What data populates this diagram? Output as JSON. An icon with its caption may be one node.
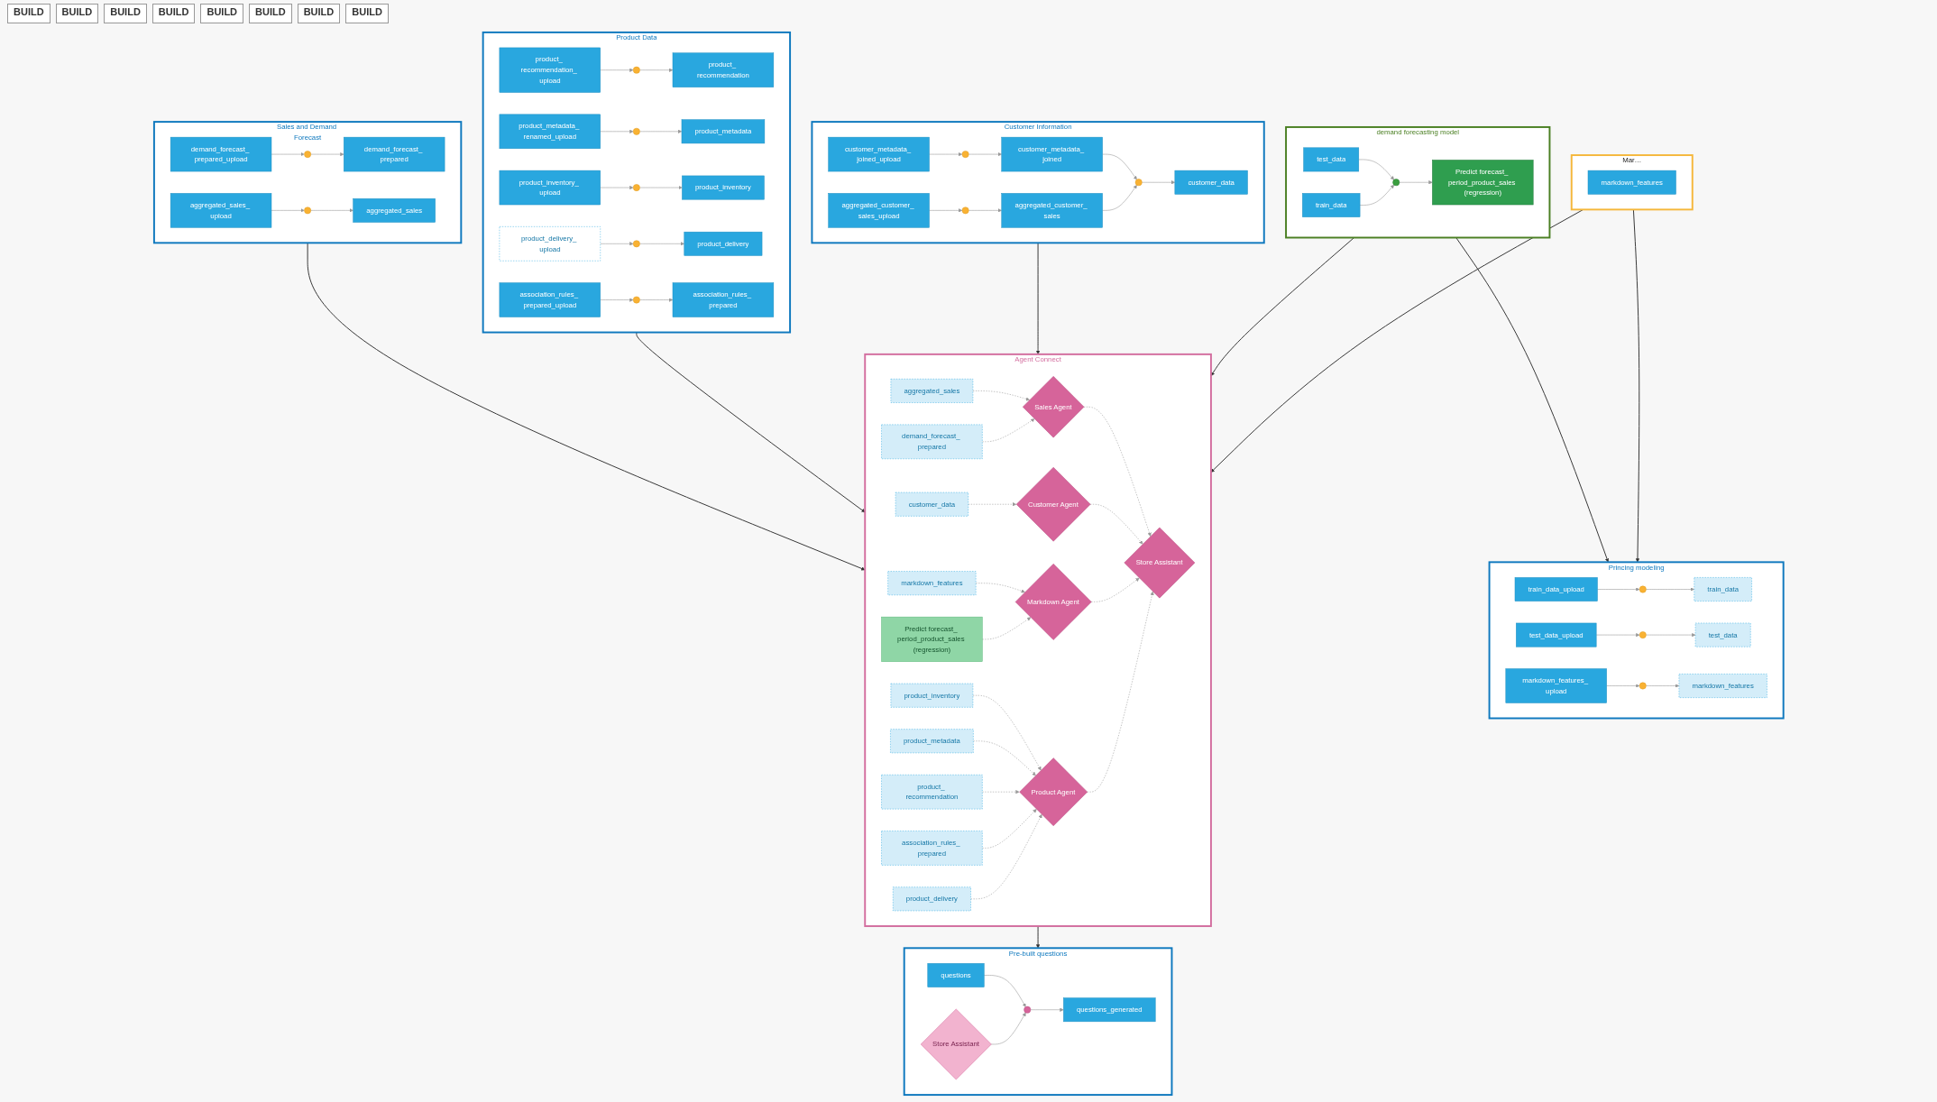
{
  "diagram": {
    "nodes": [
      {
        "text": [
          "Mar…"
        ]
      },
      {
        "text": [
          "markdown_features"
        ],
        "in": 0
      },
      {
        "text": [
          "Princing modeling"
        ]
      },
      {
        "text": [
          "train_data_upload"
        ],
        "in": 2
      },
      {
        "text": [],
        "shape": "circle",
        "in": 2
      },
      {
        "text": [
          "train_data"
        ],
        "in": 2
      },
      {
        "text": [
          "test_data_upload"
        ],
        "in": 2
      },
      {
        "text": [],
        "shape": "circle",
        "in": 2
      },
      {
        "text": [
          "test_data"
        ],
        "in": 2
      },
      {
        "text": [
          "markdown_features_ upload"
        ],
        "in": 2
      },
      {
        "text": [],
        "shape": "circle",
        "in": 2
      },
      {
        "text": [
          "markdown_features"
        ],
        "in": 2
      },
      {
        "text": [
          "demand forecasting model"
        ]
      },
      {
        "text": [
          "test_data"
        ],
        "in": 12
      },
      {
        "text": [
          "train_data"
        ],
        "in": 12
      },
      {
        "text": [],
        "shape": "circle",
        "in": 12
      },
      {
        "text": [
          "Predict forecast_ period_product_sales (regression)"
        ],
        "in": 12
      },
      {
        "text": [
          "Customer Information"
        ]
      },
      {
        "text": [
          "customer_metadata_ joined_upload"
        ],
        "in": 17
      },
      {
        "text": [],
        "shape": "circle",
        "in": 17
      },
      {
        "text": [
          "customer_metadata_ joined"
        ],
        "in": 17
      },
      {
        "text": [
          "aggregated_customer_ sales_upload"
        ],
        "in": 17
      },
      {
        "text": [],
        "shape": "circle",
        "in": 17
      },
      {
        "text": [
          "aggregated_customer_ sales"
        ],
        "in": 17
      },
      {
        "text": [],
        "shape": "circle",
        "in": 17
      },
      {
        "text": [
          "customer_data"
        ],
        "in": 17
      },
      {
        "text": [
          "Agent Connect"
        ]
      },
      {
        "text": [
          "aggregated_sales"
        ],
        "in": 26
      },
      {
        "text": [
          "demand_forecast_ prepared"
        ],
        "in": 26
      },
      {
        "text": [
          "customer_data"
        ],
        "in": 26
      },
      {
        "text": [
          "markdown_features"
        ],
        "in": 26
      },
      {
        "text": [
          "Predict forecast_ period_product_sales (regression)"
        ],
        "in": 26
      },
      {
        "text": [
          "product_inventory"
        ],
        "in": 26
      },
      {
        "text": [
          "product_metadata"
        ],
        "in": 26
      },
      {
        "text": [
          "product_ recommendation"
        ],
        "in": 26
      },
      {
        "text": [
          "association_rules_ prepared"
        ],
        "in": 26
      },
      {
        "text": [
          "product_delivery"
        ],
        "in": 26
      },
      {
        "text": [
          "Sales Agent"
        ],
        "in": 26
      },
      {
        "text": [
          "Customer Agent"
        ],
        "in": 26
      },
      {
        "text": [
          "Markdown Agent"
        ],
        "in": 26
      },
      {
        "text": [
          "Store Assistant"
        ],
        "in": 26
      },
      {
        "text": [
          "Product Agent"
        ],
        "in": 26
      },
      {
        "text": [
          "Product Data"
        ]
      },
      {
        "text": [
          "product_ recommendation_ upload"
        ],
        "in": 42
      },
      {
        "text": [],
        "shape": "circle",
        "in": 42
      },
      {
        "text": [
          "product_ recommendation"
        ],
        "in": 42
      },
      {
        "text": [
          "product_metadata_ renamed_upload"
        ],
        "in": 42
      },
      {
        "text": [],
        "shape": "circle",
        "in": 42
      },
      {
        "text": [
          "product_metadata"
        ],
        "in": 42
      },
      {
        "text": [
          "product_inventory_ upload"
        ],
        "in": 42
      },
      {
        "text": [],
        "shape": "circle",
        "in": 42
      },
      {
        "text": [
          "product_inventory"
        ],
        "in": 42
      },
      {
        "text": [
          "product_delivery_ upload"
        ],
        "in": 42
      },
      {
        "text": [],
        "shape": "circle",
        "in": 42
      },
      {
        "text": [
          "product_delivery"
        ],
        "in": 42
      },
      {
        "text": [
          "association_rules_ prepared_upload"
        ],
        "in": 42
      },
      {
        "text": [],
        "shape": "circle",
        "in": 42
      },
      {
        "text": [
          "association_rules_ prepared"
        ],
        "in": 42
      },
      {
        "text": [
          "Sales and Demand Forecast"
        ]
      },
      {
        "text": [
          "demand_forecast_ prepared_upload"
        ],
        "in": 58
      },
      {
        "text": [],
        "shape": "circle",
        "in": 58
      },
      {
        "text": [
          "demand_forecast_ prepared"
        ],
        "in": 58
      },
      {
        "text": [
          "aggregated_sales_ upload"
        ],
        "in": 58
      },
      {
        "text": [],
        "shape": "circle",
        "in": 58
      },
      {
        "text": [
          "aggregated_sales"
        ],
        "in": 58
      },
      {
        "text": [
          "Pre-built questions"
        ]
      },
      {
        "text": [
          "questions"
        ],
        "in": 65
      },
      {
        "text": [
          "Store Assistant"
        ],
        "in": 65
      },
      {
        "text": [],
        "shape": "circle",
        "in": 65
      },
      {
        "text": [
          "questions_generated"
        ],
        "in": 65
      }
    ],
    "edges": [
      {
        "from": 0,
        "to": 2,
        "arrow": "to",
        "color": "#333333"
      },
      {
        "from": 0,
        "to": 26,
        "arrow": "to",
        "color": "#333333"
      },
      {
        "from": 12,
        "to": 2,
        "arrow": "to",
        "color": "#333333"
      },
      {
        "from": 12,
        "to": 26,
        "arrow": "to",
        "color": "#333333"
      },
      {
        "from": 17,
        "to": 26,
        "arrow": "to",
        "color": "#333333"
      },
      {
        "from": 42,
        "to": 26,
        "arrow": "to",
        "color": "#333333"
      },
      {
        "from": 58,
        "to": 26,
        "arrow": "to",
        "color": "#333333"
      },
      {
        "from": 26,
        "to": 65,
        "arrow": "to",
        "color": "#333333"
      },
      {
        "from": 3,
        "to": 4,
        "arrow": "to"
      },
      {
        "from": 4,
        "to": 5,
        "arrow": "to"
      },
      {
        "from": 6,
        "to": 7,
        "arrow": "to"
      },
      {
        "from": 7,
        "to": 8,
        "arrow": "to"
      },
      {
        "from": 9,
        "to": 10,
        "arrow": "to"
      },
      {
        "from": 10,
        "to": 11,
        "arrow": "to"
      },
      {
        "from": 13,
        "to": 15,
        "arrow": "to"
      },
      {
        "from": 14,
        "to": 15,
        "arrow": "to"
      },
      {
        "from": 15,
        "to": 16,
        "arrow": "to"
      },
      {
        "from": 18,
        "to": 19,
        "arrow": "to"
      },
      {
        "from": 19,
        "to": 20,
        "arrow": "to"
      },
      {
        "from": 21,
        "to": 22,
        "arrow": "to"
      },
      {
        "from": 22,
        "to": 23,
        "arrow": "to"
      },
      {
        "from": 20,
        "to": 24,
        "arrow": "to"
      },
      {
        "from": 23,
        "to": 24,
        "arrow": "to"
      },
      {
        "from": 24,
        "to": 25,
        "arrow": "to"
      },
      {
        "from": 27,
        "to": 37,
        "arrow": "to",
        "style": "dashed"
      },
      {
        "from": 28,
        "to": 37,
        "arrow": "to",
        "style": "dashed"
      },
      {
        "from": 29,
        "to": 38,
        "arrow": "to",
        "style": "dashed"
      },
      {
        "from": 30,
        "to": 39,
        "arrow": "to",
        "style": "dashed"
      },
      {
        "from": 31,
        "to": 39,
        "arrow": "to",
        "style": "dashed"
      },
      {
        "from": 37,
        "to": 40,
        "arrow": "to",
        "style": "dashed"
      },
      {
        "from": 38,
        "to": 40,
        "arrow": "to",
        "style": "dashed"
      },
      {
        "from": 39,
        "to": 40,
        "arrow": "to",
        "style": "dashed"
      },
      {
        "from": 41,
        "to": 40,
        "arrow": "to",
        "style": "dashed"
      },
      {
        "from": 32,
        "to": 41,
        "arrow": "to",
        "style": "dashed"
      },
      {
        "from": 33,
        "to": 41,
        "arrow": "to",
        "style": "dashed"
      },
      {
        "from": 34,
        "to": 41,
        "arrow": "to",
        "style": "dashed"
      },
      {
        "from": 35,
        "to": 41,
        "arrow": "to",
        "style": "dashed"
      },
      {
        "from": 36,
        "to": 41,
        "arrow": "to",
        "style": "dashed"
      },
      {
        "from": 43,
        "to": 44,
        "arrow": "to"
      },
      {
        "from": 44,
        "to": 45,
        "arrow": "to"
      },
      {
        "from": 46,
        "to": 47,
        "arrow": "to"
      },
      {
        "from": 47,
        "to": 48,
        "arrow": "to"
      },
      {
        "from": 49,
        "to": 50,
        "arrow": "to"
      },
      {
        "from": 50,
        "to": 51,
        "arrow": "to"
      },
      {
        "from": 52,
        "to": 53,
        "arrow": "to"
      },
      {
        "from": 53,
        "to": 54,
        "arrow": "to"
      },
      {
        "from": 55,
        "to": 56,
        "arrow": "to"
      },
      {
        "from": 56,
        "to": 57,
        "arrow": "to"
      },
      {
        "from": 59,
        "to": 60,
        "arrow": "to"
      },
      {
        "from": 60,
        "to": 61,
        "arrow": "to"
      },
      {
        "from": 62,
        "to": 63,
        "arrow": "to"
      },
      {
        "from": 63,
        "to": 64,
        "arrow": "to"
      },
      {
        "from": 66,
        "to": 68,
        "arrow": "to"
      },
      {
        "from": 67,
        "to": 68,
        "arrow": "to"
      },
      {
        "from": 68,
        "to": 69,
        "arrow": "to"
      }
    ],
    "labels": [
      "BUILD",
      "BUILD",
      "BUILD",
      "BUILD",
      "BUILD",
      "BUILD",
      "BUILD",
      "BUILD"
    ]
  }
}
